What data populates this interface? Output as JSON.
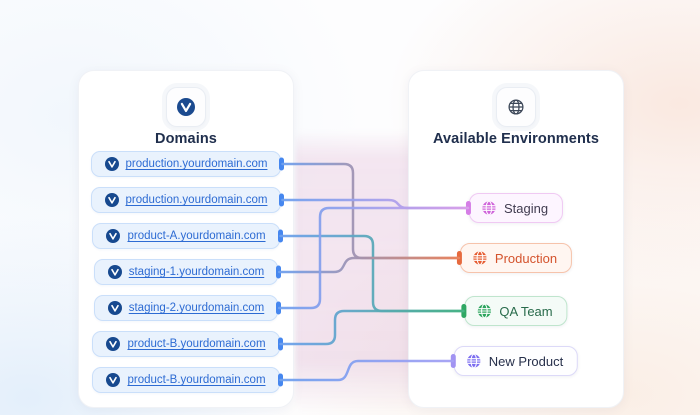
{
  "left_panel": {
    "title": "Domains",
    "icon": "domain-circle-v-icon",
    "chip_style": {
      "bg": "#e9f2fd",
      "border": "#cadffa",
      "text": "#2d6bd3",
      "icon": "#17498f",
      "nub": "#4687ef"
    },
    "domains": [
      {
        "label": "production.yourdomain.com"
      },
      {
        "label": "production.yourdomain.com"
      },
      {
        "label": "product-A.yourdomain.com"
      },
      {
        "label": "staging-1.yourdomain.com"
      },
      {
        "label": "staging-2.yourdomain.com"
      },
      {
        "label": "product-B.yourdomain.com"
      },
      {
        "label": "product-B.yourdomain.com"
      }
    ]
  },
  "right_panel": {
    "title": "Available Environments",
    "icon": "globe-icon",
    "environments": [
      {
        "id": "staging",
        "name": "Staging",
        "icon_color": "#cf63da",
        "border": "#f0c9f3",
        "bg": "#fdf5ff",
        "text": "#413c50",
        "nub": "#d57ee6",
        "line_end": "#d8a0e9"
      },
      {
        "id": "production",
        "name": "Production",
        "icon_color": "#e65c31",
        "border": "#f6c3ab",
        "bg": "#fff6f1",
        "text": "#d4532d",
        "nub": "#e66a3e",
        "line_end": "#e8835d"
      },
      {
        "id": "qa-team",
        "name": "QA Team",
        "icon_color": "#2aa45c",
        "border": "#bfe5cd",
        "bg": "#f4fbf7",
        "text": "#286b4b",
        "nub": "#2fa763",
        "line_end": "#47b285"
      },
      {
        "id": "new-product",
        "name": "New Product",
        "icon_color": "#7b6cf0",
        "border": "#dcd9f8",
        "bg": "#fefeff",
        "text": "#27304b",
        "nub": "#a193f2",
        "line_end": "#a4a0f4"
      }
    ]
  },
  "connections": [
    {
      "domain_index": 0,
      "environment_id": "production"
    },
    {
      "domain_index": 1,
      "environment_id": "staging"
    },
    {
      "domain_index": 2,
      "environment_id": "qa-team"
    },
    {
      "domain_index": 3,
      "environment_id": "production"
    },
    {
      "domain_index": 4,
      "environment_id": "staging"
    },
    {
      "domain_index": 5,
      "environment_id": "qa-team"
    },
    {
      "domain_index": 6,
      "environment_id": "new-product"
    }
  ],
  "line_start_color": "#6fa0ee"
}
